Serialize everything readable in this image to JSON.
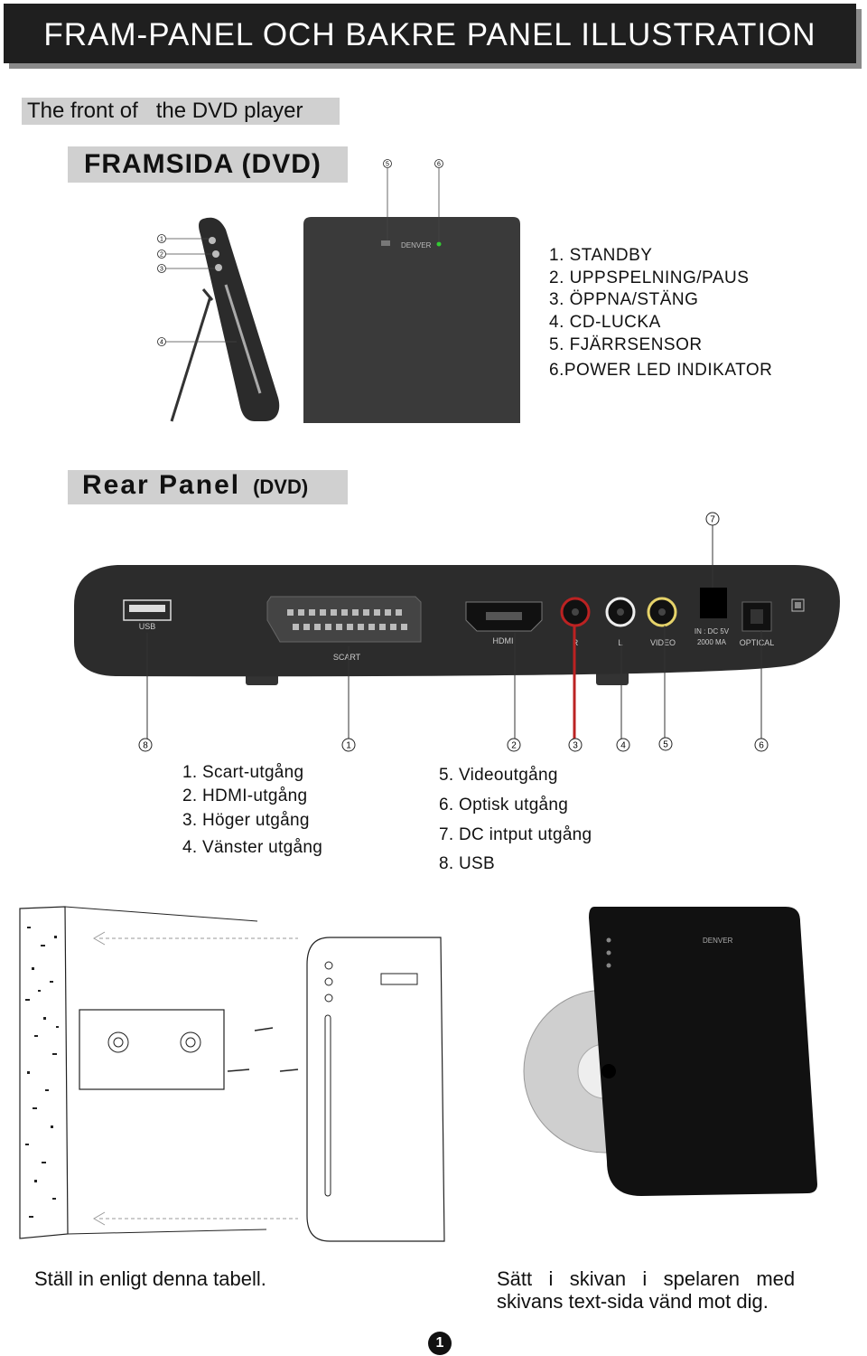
{
  "header": {
    "title": "FRAM-PANEL OCH BAKRE PANEL ILLUSTRATION"
  },
  "front": {
    "subtitle_en": "The front of   the DVD player",
    "heading": "FRAMSIDA (DVD)",
    "items": [
      "1. STANDBY",
      "2. UPPSPELNING/PAUS",
      "3. ÖPPNA/STÄNG",
      "4. CD-LUCKA",
      "5. FJÄRRSENSOR",
      "6.POWER LED INDIKATOR"
    ],
    "callouts": [
      "1",
      "2",
      "3",
      "4",
      "5",
      "6"
    ],
    "brand": "DENVER"
  },
  "rear": {
    "heading_main": "Rear Panel",
    "heading_sub": "(DVD)",
    "port_labels": {
      "usb": "USB",
      "scart": "SCART",
      "hdmi": "HDMI",
      "r": "R",
      "l": "L",
      "video": "VIDEO",
      "dc1": "IN : DC 5V",
      "dc2": "2000 MA",
      "optical": "OPTICAL"
    },
    "callouts": [
      "7",
      "8",
      "1",
      "2",
      "3",
      "4",
      "5",
      "6"
    ],
    "items_left": [
      "1. Scart-utgång",
      "2. HDMI-utgång",
      "3. Höger utgång",
      "4. Vänster utgång"
    ],
    "items_right": [
      "5. Videoutgång",
      "6. Optisk utgång",
      "7. DC intput utgång",
      "8. USB"
    ]
  },
  "bottom": {
    "caption_left": "Ställ in enligt denna tabell.",
    "caption_right_1": "Sätt   i   skivan   i   spelaren   med",
    "caption_right_2": "skivans text-sida vänd mot dig.",
    "brand": "DENVER"
  },
  "page_number": "1"
}
